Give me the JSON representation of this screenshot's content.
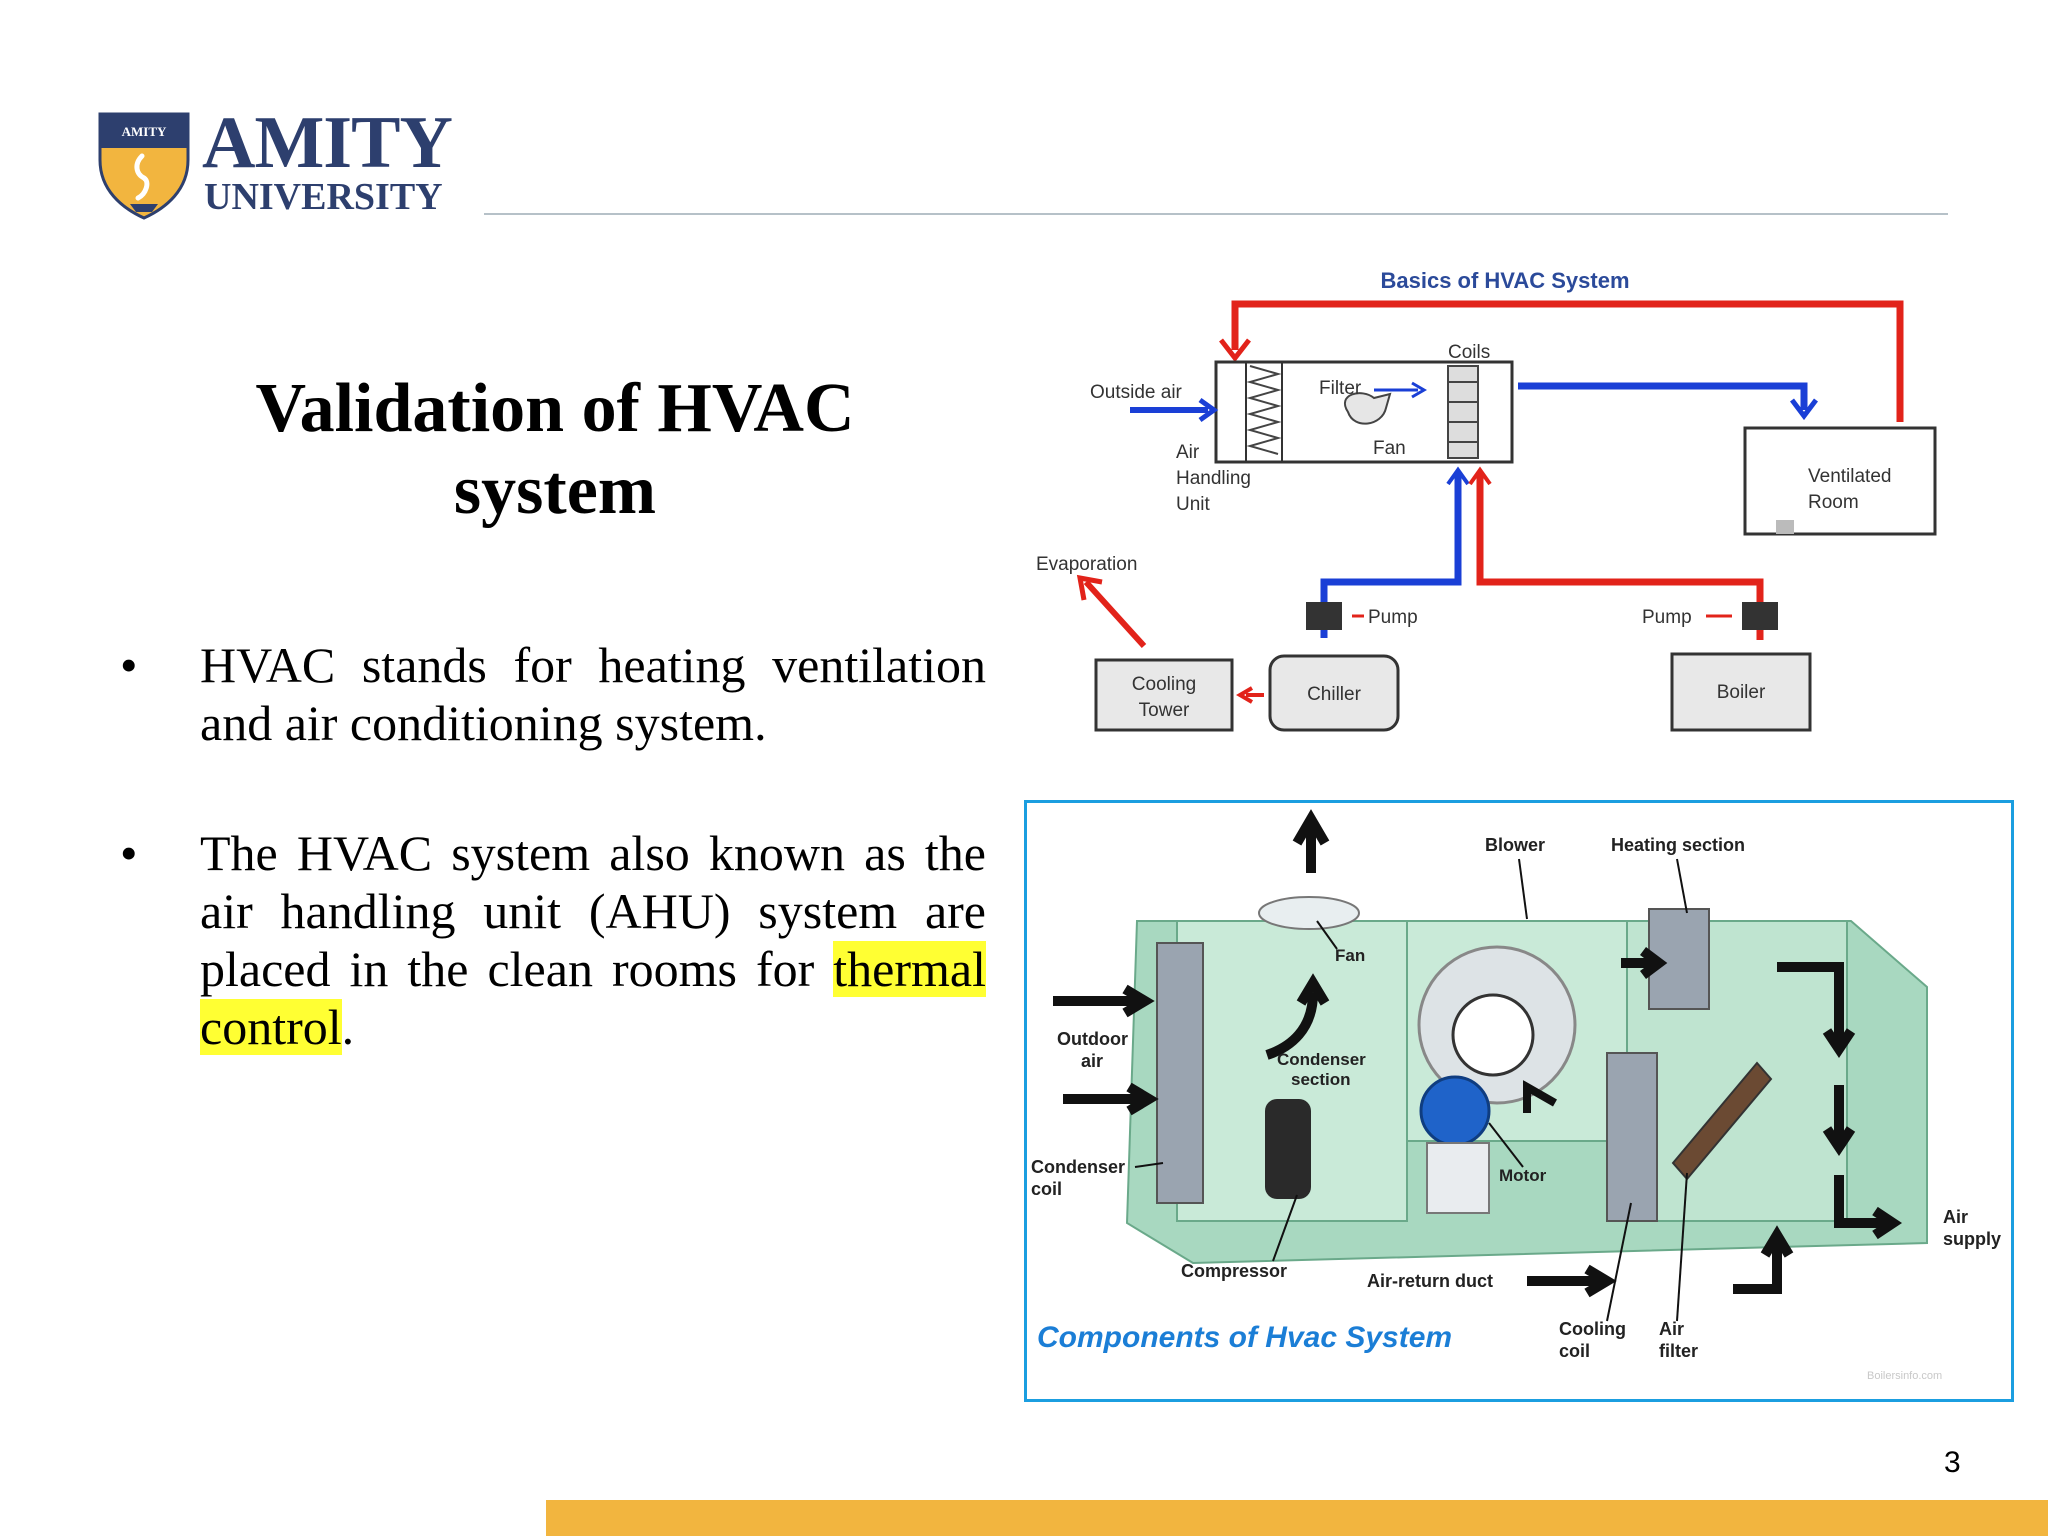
{
  "header": {
    "logo_text": "AMITY",
    "logo_subtext": "UNIVERSITY",
    "logo_badge": "AMITY"
  },
  "slide": {
    "title_line1": "Validation of HVAC",
    "title_line2": "system",
    "bullet_char": "•",
    "bullets": [
      {
        "text": "HVAC stands for heating ventilation and air conditioning system."
      },
      {
        "text_before": "The HVAC system also known as the air handling unit (AHU) system are placed in the clean rooms for ",
        "highlight": "thermal control",
        "text_after": "."
      }
    ],
    "page_number": "3"
  },
  "diagram_basics": {
    "title": "Basics of HVAC System",
    "coils": "Coils",
    "outside_air": "Outside air",
    "filter": "Filter",
    "fan": "Fan",
    "ahu_line1": "Air",
    "ahu_line2": "Handling",
    "ahu_line3": "Unit",
    "room_line1": "Ventilated",
    "room_line2": "Room",
    "evaporation": "Evaporation",
    "pump_left": "Pump",
    "pump_right": "Pump",
    "cooling_line1": "Cooling",
    "cooling_line2": "Tower",
    "chiller": "Chiller",
    "boiler": "Boiler"
  },
  "diagram_components": {
    "caption": "Components of Hvac System",
    "blower": "Blower",
    "heating_section": "Heating section",
    "fan": "Fan",
    "outdoor_line1": "Outdoor",
    "outdoor_line2": "air",
    "condenser_section_line1": "Condenser",
    "condenser_section_line2": "section",
    "condenser_coil_line1": "Condenser",
    "condenser_coil_line2": "coil",
    "motor": "Motor",
    "compressor": "Compressor",
    "air_return_duct": "Air-return duct",
    "air_supply_line1": "Air",
    "air_supply_line2": "supply",
    "cooling_coil_line1": "Cooling",
    "cooling_coil_line2": "coil",
    "air_filter_line1": "Air",
    "air_filter_line2": "filter",
    "watermark": "Boilersinfo.com"
  },
  "colors": {
    "brand_navy": "#2d3f6e",
    "footer_gold": "#f2b53f",
    "highlight_yellow": "#ffff33",
    "hot_red": "#e2231a",
    "cold_blue": "#1a3fd6",
    "frame_blue": "#1b9ee0"
  }
}
